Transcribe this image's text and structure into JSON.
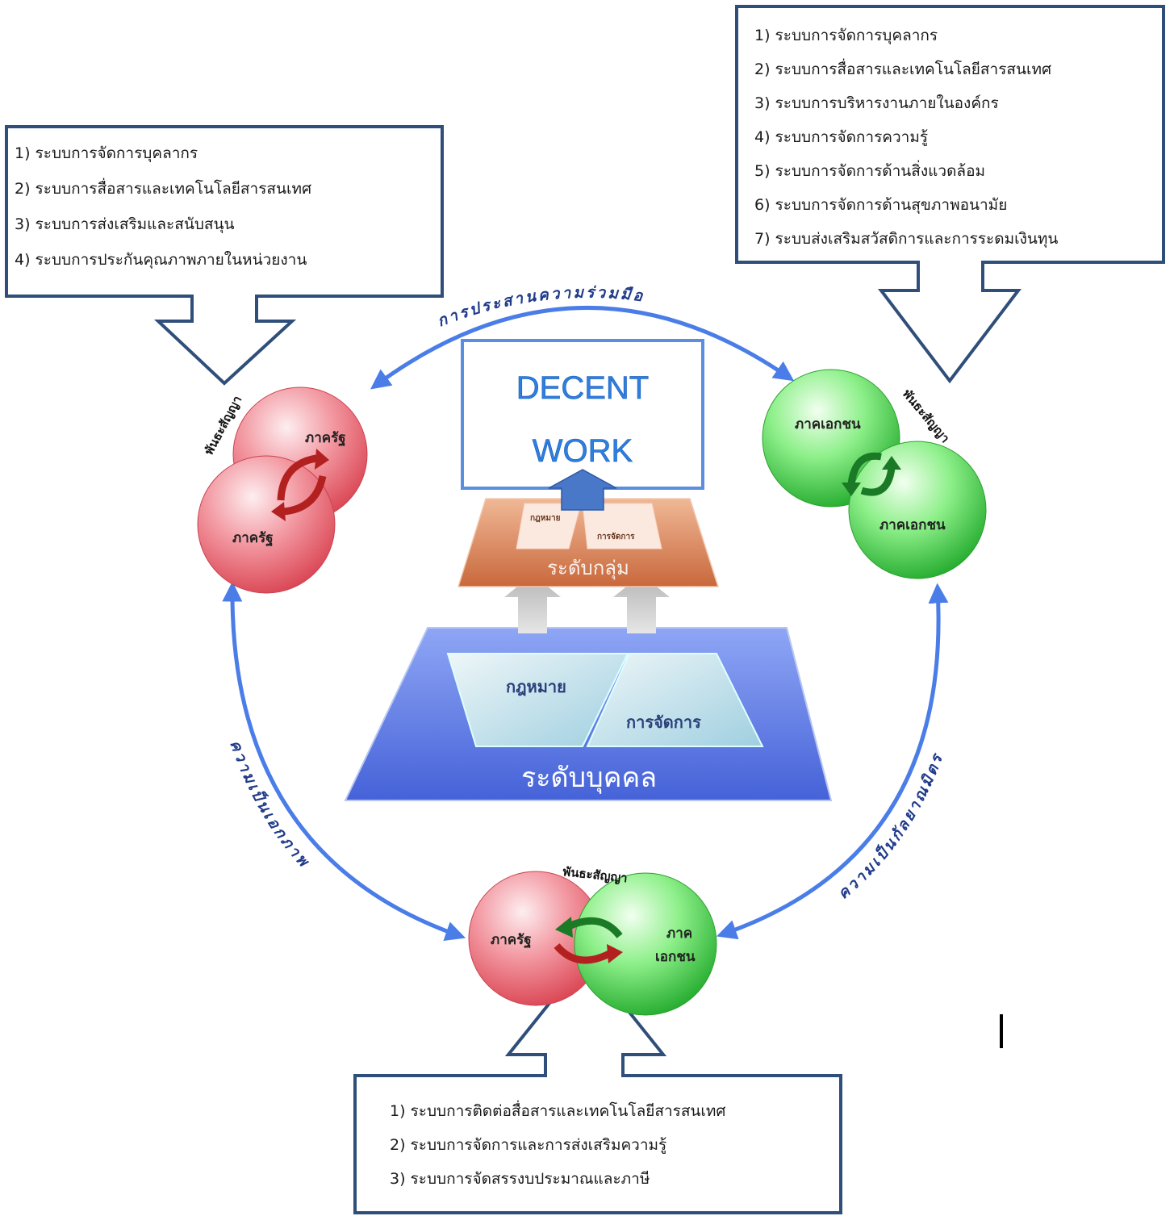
{
  "callouts": {
    "top_left": [
      "1) ระบบการจัดการบุคลากร",
      "2) ระบบการสื่อสารและเทคโนโลยีสารสนเทศ",
      "3)  ระบบการส่งเสริมและสนับสนุน",
      "4)  ระบบการประกันคุณภาพภายในหน่วยงาน"
    ],
    "top_right": [
      "1) ระบบการจัดการบุคลากร",
      "2) ระบบการสื่อสารและเทคโนโลยีสารสนเทศ",
      "3) ระบบการบริหารงานภายในองค์กร",
      "4) ระบบการจัดการความรู้",
      "5) ระบบการจัดการด้านสิ่งแวดล้อม",
      "6) ระบบการจัดการด้านสุขภาพอนามัย",
      "7) ระบบส่งเสริมสวัสดิการและการระดมเงินทุน"
    ],
    "bottom": [
      "1) ระบบการติดต่อสื่อสารและเทคโนโลยีสารสนเทศ",
      "2) ระบบการจัดการและการส่งเสริมความรู้",
      "3) ระบบการจัดสรรงบประมาณและภาษี"
    ]
  },
  "center": {
    "title_line1": "DECENT",
    "title_line2": "WORK",
    "group_level": "ระดับกลุ่ม",
    "individual_level": "ระดับบุคคล",
    "law": "กฎหมาย",
    "management": "การจัดการ"
  },
  "circles": {
    "public": "ภาครัฐ",
    "private": "ภาคเอกชน",
    "private_line1": "ภาค",
    "private_line2": "เอกชน"
  },
  "contract_label": "พันธะสัญญา",
  "arc_labels": {
    "top": "การประสานความร่วมมือ",
    "left": "ความเป็นเอกภาพ",
    "right": "ความเป็นกัลยาณมิตร"
  },
  "colors": {
    "callout_border": "#2f4f7a",
    "arc_blue": "#4a7de8",
    "public_red": "#e8707a",
    "private_green": "#4cd04c",
    "decent_blue": "#2d7fe0"
  }
}
